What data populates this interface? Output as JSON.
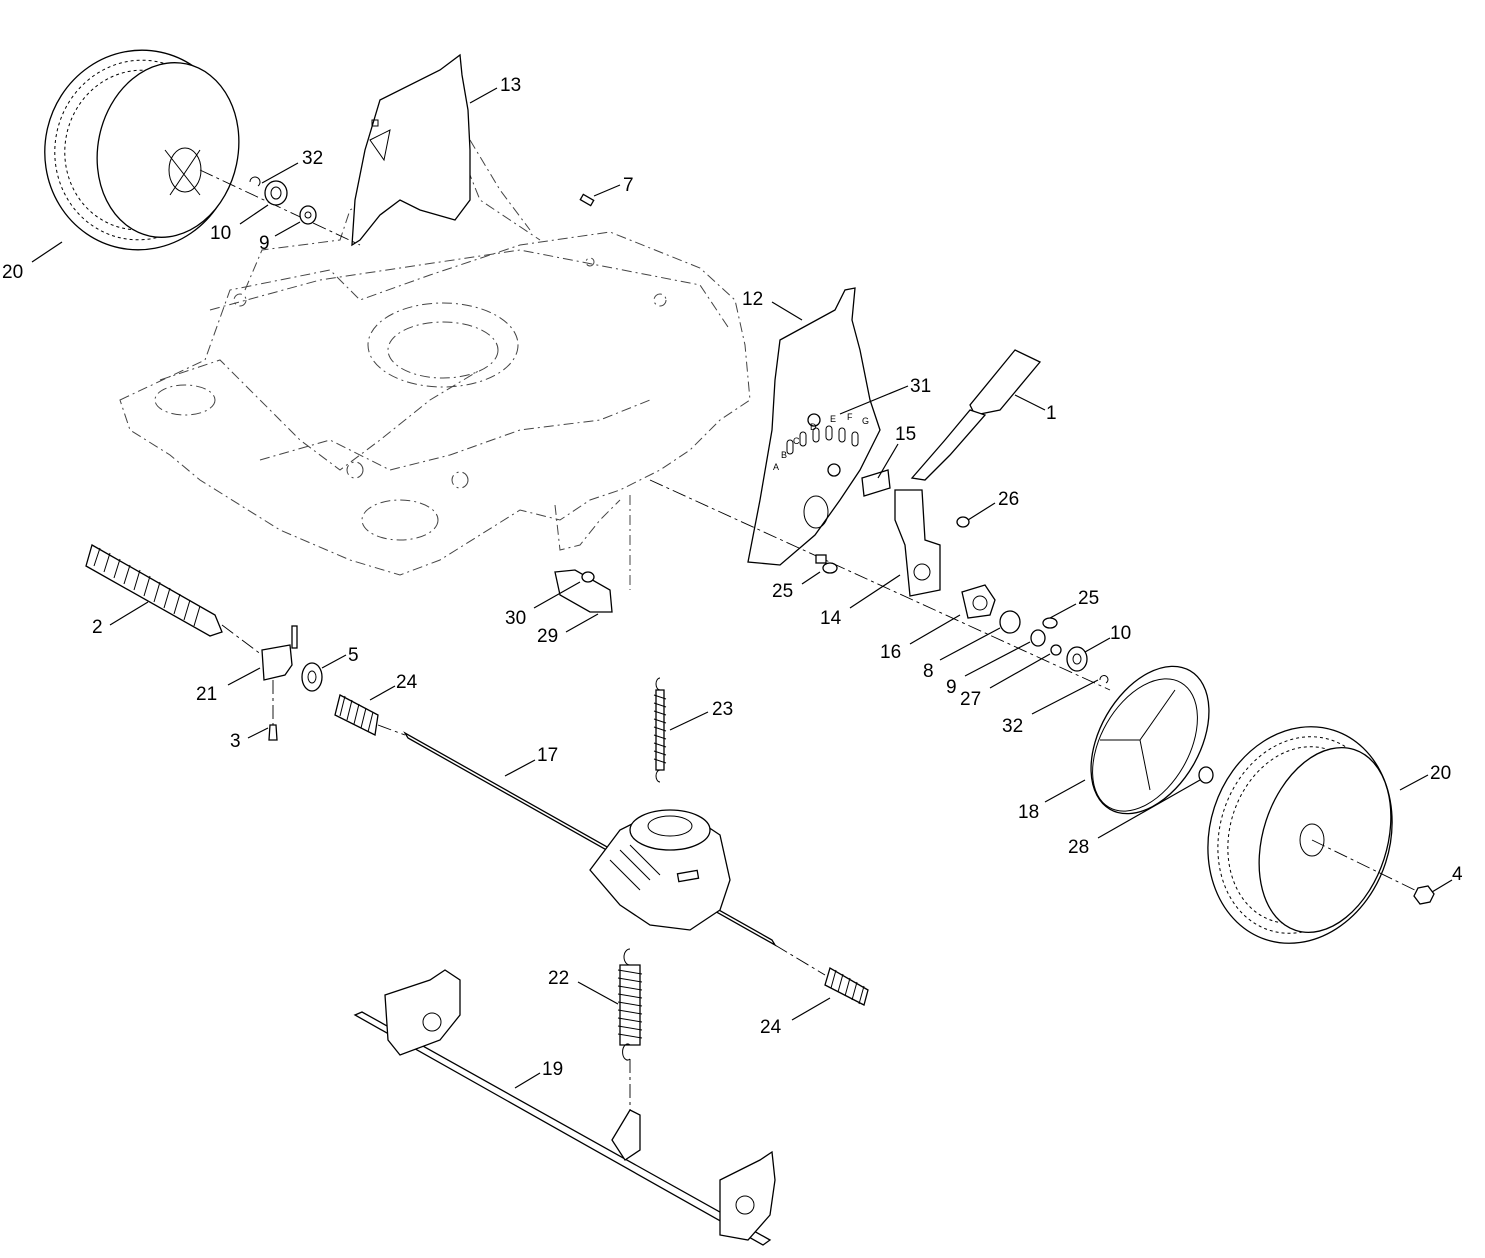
{
  "diagram": {
    "type": "exploded-parts-view",
    "callouts": [
      {
        "id": "c-1",
        "label": "1"
      },
      {
        "id": "c-2",
        "label": "2"
      },
      {
        "id": "c-3",
        "label": "3"
      },
      {
        "id": "c-4",
        "label": "4"
      },
      {
        "id": "c-5",
        "label": "5"
      },
      {
        "id": "c-7",
        "label": "7"
      },
      {
        "id": "c-8",
        "label": "8"
      },
      {
        "id": "c-9a",
        "label": "9"
      },
      {
        "id": "c-9b",
        "label": "9"
      },
      {
        "id": "c-10a",
        "label": "10"
      },
      {
        "id": "c-10b",
        "label": "10"
      },
      {
        "id": "c-12",
        "label": "12"
      },
      {
        "id": "c-13",
        "label": "13"
      },
      {
        "id": "c-14",
        "label": "14"
      },
      {
        "id": "c-15",
        "label": "15"
      },
      {
        "id": "c-16",
        "label": "16"
      },
      {
        "id": "c-17",
        "label": "17"
      },
      {
        "id": "c-18",
        "label": "18"
      },
      {
        "id": "c-19",
        "label": "19"
      },
      {
        "id": "c-20a",
        "label": "20"
      },
      {
        "id": "c-20b",
        "label": "20"
      },
      {
        "id": "c-21",
        "label": "21"
      },
      {
        "id": "c-22",
        "label": "22"
      },
      {
        "id": "c-23",
        "label": "23"
      },
      {
        "id": "c-24a",
        "label": "24"
      },
      {
        "id": "c-24b",
        "label": "24"
      },
      {
        "id": "c-25a",
        "label": "25"
      },
      {
        "id": "c-25b",
        "label": "25"
      },
      {
        "id": "c-26",
        "label": "26"
      },
      {
        "id": "c-27",
        "label": "27"
      },
      {
        "id": "c-28",
        "label": "28"
      },
      {
        "id": "c-29",
        "label": "29"
      },
      {
        "id": "c-30",
        "label": "30"
      },
      {
        "id": "c-31",
        "label": "31"
      },
      {
        "id": "c-32a",
        "label": "32"
      },
      {
        "id": "c-32b",
        "label": "32"
      }
    ],
    "height_scale_letters": [
      "A",
      "B",
      "C",
      "D",
      "E",
      "F",
      "G"
    ]
  }
}
